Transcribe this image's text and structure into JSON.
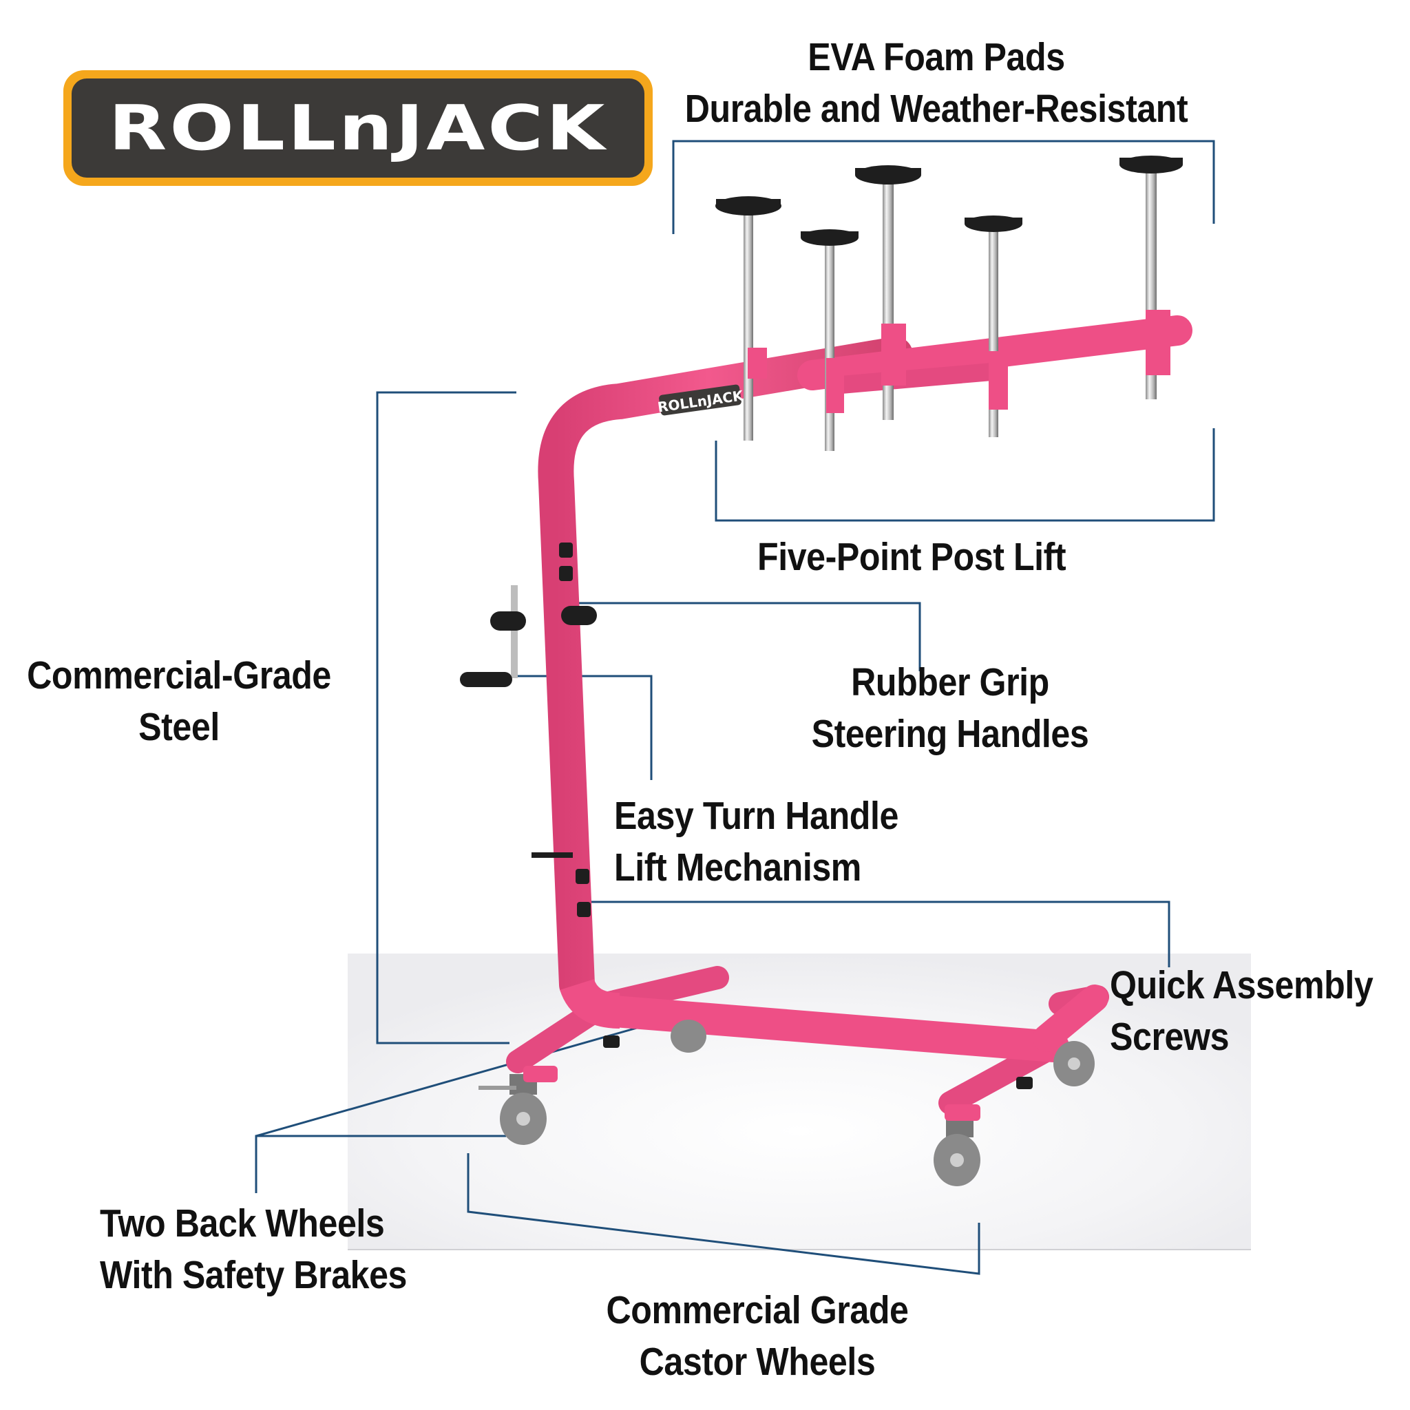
{
  "logo": {
    "text": "ROLLnJACK"
  },
  "labels": {
    "eva_foam": {
      "line1": "EVA Foam Pads",
      "line2": "Durable and Weather-Resistant"
    },
    "five_point": {
      "line1": "Five-Point Post Lift"
    },
    "steel": {
      "line1": "Commercial-Grade",
      "line2": "Steel"
    },
    "rubber_grip": {
      "line1": "Rubber Grip",
      "line2": "Steering Handles"
    },
    "easy_turn": {
      "line1": "Easy Turn Handle",
      "line2": "Lift Mechanism"
    },
    "quick_assembly": {
      "line1": "Quick Assembly",
      "line2": "Screws"
    },
    "back_wheels": {
      "line1": "Two Back Wheels",
      "line2": "With Safety Brakes"
    },
    "castor": {
      "line1": "Commercial Grade",
      "line2": "Castor Wheels"
    }
  },
  "product": {
    "frame_logo": "ROLLnJACK"
  },
  "colors": {
    "frame_pink": "#ee4f86",
    "callout_line": "#1f4e79",
    "logo_orange": "#f5a71c",
    "logo_dark": "#3c3a38",
    "pad_black": "#1e1e1e",
    "wheel_grey": "#8a8a8a"
  }
}
